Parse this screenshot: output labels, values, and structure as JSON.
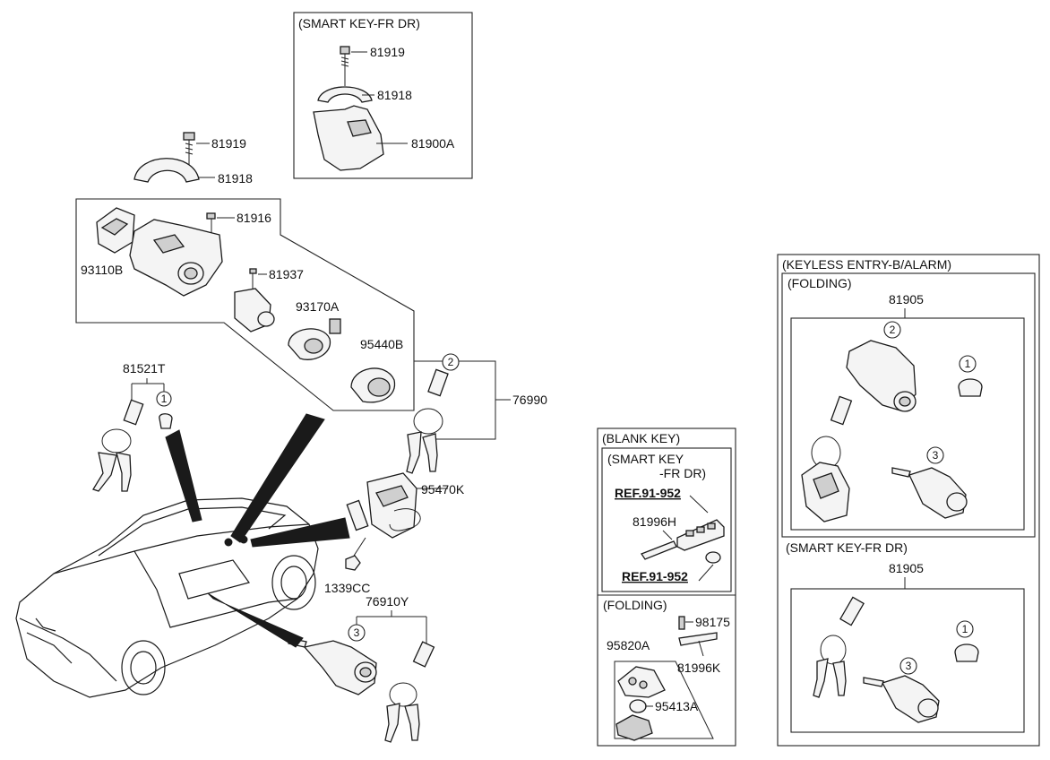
{
  "main_assembly": {
    "labels": {
      "screw_top": "81919",
      "clamp_top": "81918",
      "screw_2": "81916",
      "module_left": "93110B",
      "screw_3": "81937",
      "coil": "93170A",
      "immobilizer": "95440B",
      "key_set": "81521T",
      "key_set_2": "76990",
      "ecu": "95470K",
      "nut": "1339CC",
      "door_lock_set": "76910Y"
    },
    "markers": {
      "m1": "1",
      "m2": "2",
      "m3": "3"
    }
  },
  "smart_key_box": {
    "title": "(SMART KEY-FR DR)",
    "labels": {
      "screw": "81919",
      "clamp": "81918",
      "housing": "81900A"
    }
  },
  "blank_key_box": {
    "title": "(BLANK KEY)",
    "smart_key_title_1": "(SMART KEY",
    "smart_key_title_2": "-FR DR)",
    "ref_1": "REF.91-952",
    "ref_2": "REF.91-952",
    "emergency_key": "81996H",
    "folding_title": "(FOLDING)",
    "pin": "98175",
    "fob": "95820A",
    "blade": "81996K",
    "battery": "95413A"
  },
  "keyless_box": {
    "title": "(KEYLESS ENTRY-B/ALARM)",
    "folding_title": "(FOLDING)",
    "folding_part": "81905",
    "smart_title": "(SMART KEY-FR DR)",
    "smart_part": "81905",
    "markers": {
      "m1": "1",
      "m2": "2",
      "m3": "3"
    }
  }
}
